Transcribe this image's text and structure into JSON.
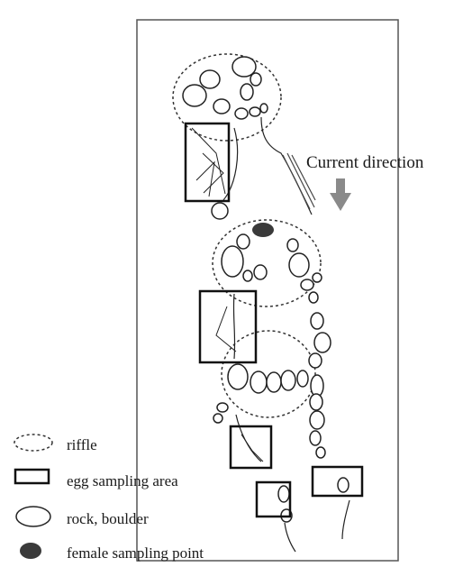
{
  "diagram": {
    "direction_label": "Current direction",
    "legend": [
      {
        "key": "riffle",
        "label": "riffle"
      },
      {
        "key": "egg",
        "label": "egg sampling area"
      },
      {
        "key": "rock",
        "label": "rock, boulder"
      },
      {
        "key": "female",
        "label": "female sampling point"
      }
    ],
    "colors": {
      "ink": "#1a1a1a",
      "female_marker": "#3a3a3a",
      "arrow": "#8a8a8a"
    }
  }
}
